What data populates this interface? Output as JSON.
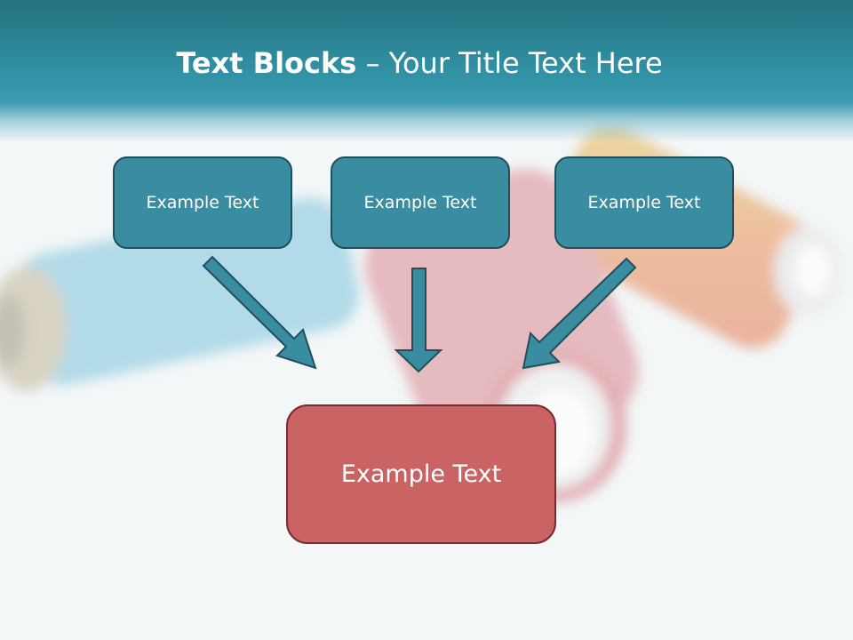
{
  "title": {
    "bold": "Text Blocks",
    "rest": " – Your Title Text Here"
  },
  "boxes": {
    "top": [
      {
        "label": "Example Text"
      },
      {
        "label": "Example Text"
      },
      {
        "label": "Example Text"
      }
    ],
    "bottom": {
      "label": "Example Text"
    }
  },
  "colors": {
    "header": "#2f8ea0",
    "top_box_fill": "#3a8da1",
    "top_box_border": "#1f4f5c",
    "bottom_box_fill": "#c96364",
    "bottom_box_border": "#7c2a2b",
    "arrow_fill": "#3a8da1",
    "arrow_stroke": "#1f4f5c"
  }
}
